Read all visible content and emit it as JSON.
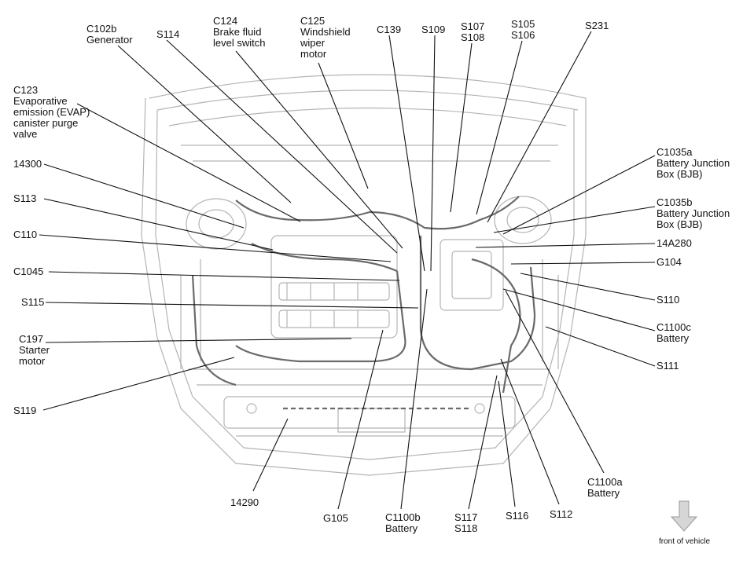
{
  "colors": {
    "line": "#111111",
    "art": "#b4b4b4",
    "art_dark": "#6a6a6a",
    "arrow": "#bdbdbd"
  },
  "labels": {
    "c102b": "C102b\nGenerator",
    "s114": "S114",
    "c124": "C124\nBrake fluid\nlevel switch",
    "c125": "C125\nWindshield\nwiper\nmotor",
    "c139": "C139",
    "s109": "S109",
    "s107": "S107\nS108",
    "s105": "S105\nS106",
    "s231": "S231",
    "c123": "C123\nEvaporative\nemission (EVAP)\ncanister purge\nvalve",
    "n14300": "14300",
    "s113": "S113",
    "c110": "C110",
    "c1045": "C1045",
    "s115": "S115",
    "c197": "C197\nStarter\nmotor",
    "s119": "S119",
    "n14290": "14290",
    "g105": "G105",
    "c1100b": "C1100b\nBattery",
    "s117": "S117\nS118",
    "s116": "S116",
    "s112": "S112",
    "c1100a": "C1100a\nBattery",
    "c1035a": "C1035a\nBattery Junction\nBox (BJB)",
    "c1035b": "C1035b\nBattery Junction\nBox (BJB)",
    "n14a280": "14A280",
    "g104": "G104",
    "s110": "S110",
    "c1100c": "C1100c\nBattery",
    "s111": "S111",
    "front": "front of vehicle"
  }
}
